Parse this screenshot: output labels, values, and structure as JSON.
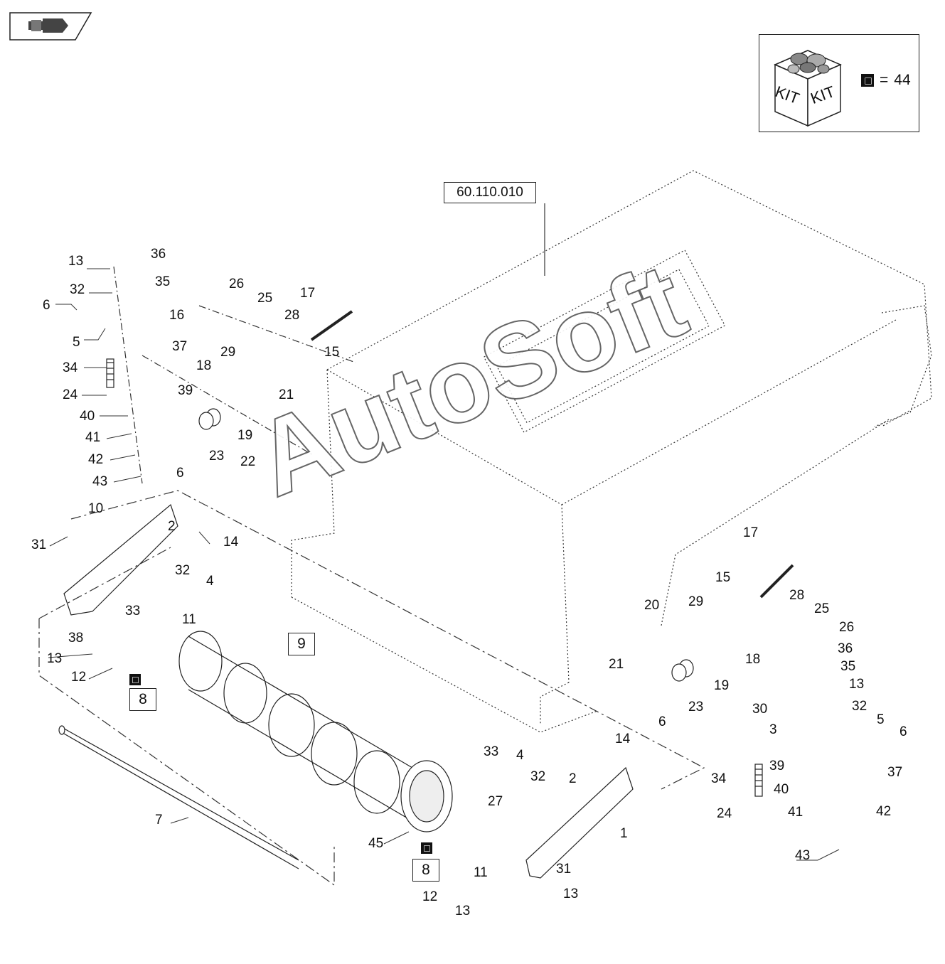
{
  "kit": {
    "label_left": "KIT",
    "label_right": "KIT",
    "equals": "=",
    "count": "44"
  },
  "reference": "60.110.010",
  "watermark": "AutoSoft",
  "boxed_labels": {
    "drum": "9",
    "bearing_left": "8",
    "bearing_right": "8"
  },
  "callouts": [
    {
      "id": "c13a",
      "text": "13"
    },
    {
      "id": "c36a",
      "text": "36"
    },
    {
      "id": "c32a",
      "text": "32"
    },
    {
      "id": "c35a",
      "text": "35"
    },
    {
      "id": "c6a",
      "text": "6"
    },
    {
      "id": "c16",
      "text": "16"
    },
    {
      "id": "c5a",
      "text": "5"
    },
    {
      "id": "c37a",
      "text": "37"
    },
    {
      "id": "c34a",
      "text": "34"
    },
    {
      "id": "c39a",
      "text": "39"
    },
    {
      "id": "c24a",
      "text": "24"
    },
    {
      "id": "c40a",
      "text": "40"
    },
    {
      "id": "c41a",
      "text": "41"
    },
    {
      "id": "c42a",
      "text": "42"
    },
    {
      "id": "c43a",
      "text": "43"
    },
    {
      "id": "c26a",
      "text": "26"
    },
    {
      "id": "c25a",
      "text": "25"
    },
    {
      "id": "c28a",
      "text": "28"
    },
    {
      "id": "c17a",
      "text": "17"
    },
    {
      "id": "c29a",
      "text": "29"
    },
    {
      "id": "c15a",
      "text": "15"
    },
    {
      "id": "c18a",
      "text": "18"
    },
    {
      "id": "c21a",
      "text": "21"
    },
    {
      "id": "c19a",
      "text": "19"
    },
    {
      "id": "c23a",
      "text": "23"
    },
    {
      "id": "c6b",
      "text": "6"
    },
    {
      "id": "c22",
      "text": "22"
    },
    {
      "id": "c10",
      "text": "10"
    },
    {
      "id": "c31a",
      "text": "31"
    },
    {
      "id": "c14a",
      "text": "14"
    },
    {
      "id": "c2a",
      "text": "2"
    },
    {
      "id": "c32b",
      "text": "32"
    },
    {
      "id": "c4a",
      "text": "4"
    },
    {
      "id": "c33a",
      "text": "33"
    },
    {
      "id": "c11a",
      "text": "11"
    },
    {
      "id": "c38",
      "text": "38"
    },
    {
      "id": "c13b",
      "text": "13"
    },
    {
      "id": "c12a",
      "text": "12"
    },
    {
      "id": "c7",
      "text": "7"
    },
    {
      "id": "c17b",
      "text": "17"
    },
    {
      "id": "c15b",
      "text": "15"
    },
    {
      "id": "c28b",
      "text": "28"
    },
    {
      "id": "c20",
      "text": "20"
    },
    {
      "id": "c29b",
      "text": "29"
    },
    {
      "id": "c25b",
      "text": "25"
    },
    {
      "id": "c26b",
      "text": "26"
    },
    {
      "id": "c36b",
      "text": "36"
    },
    {
      "id": "c21b",
      "text": "21"
    },
    {
      "id": "c18b",
      "text": "18"
    },
    {
      "id": "c35b",
      "text": "35"
    },
    {
      "id": "c19b",
      "text": "19"
    },
    {
      "id": "c13c",
      "text": "13"
    },
    {
      "id": "c23b",
      "text": "23"
    },
    {
      "id": "c30",
      "text": "30"
    },
    {
      "id": "c32c",
      "text": "32"
    },
    {
      "id": "c6c",
      "text": "6"
    },
    {
      "id": "c3",
      "text": "3"
    },
    {
      "id": "c5b",
      "text": "5"
    },
    {
      "id": "c6d",
      "text": "6"
    },
    {
      "id": "c14b",
      "text": "14"
    },
    {
      "id": "c39b",
      "text": "39"
    },
    {
      "id": "c37b",
      "text": "37"
    },
    {
      "id": "c33b",
      "text": "33"
    },
    {
      "id": "c4b",
      "text": "4"
    },
    {
      "id": "c34b",
      "text": "34"
    },
    {
      "id": "c40b",
      "text": "40"
    },
    {
      "id": "c32d",
      "text": "32"
    },
    {
      "id": "c2b",
      "text": "2"
    },
    {
      "id": "c41b",
      "text": "41"
    },
    {
      "id": "c42b",
      "text": "42"
    },
    {
      "id": "c27",
      "text": "27"
    },
    {
      "id": "c24b",
      "text": "24"
    },
    {
      "id": "c1",
      "text": "1"
    },
    {
      "id": "c43b",
      "text": "43"
    },
    {
      "id": "c45",
      "text": "45"
    },
    {
      "id": "c31b",
      "text": "31"
    },
    {
      "id": "c11b",
      "text": "11"
    },
    {
      "id": "c12b",
      "text": "12"
    },
    {
      "id": "c13d",
      "text": "13"
    },
    {
      "id": "c13e",
      "text": "13"
    }
  ]
}
